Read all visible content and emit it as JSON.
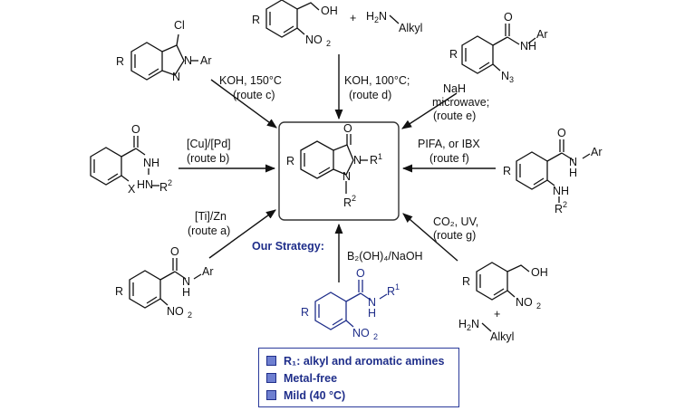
{
  "routes": {
    "a": {
      "reagent": "[Ti]/Zn",
      "label": "(route a)"
    },
    "b": {
      "reagent": "[Cu]/[Pd]",
      "label": "(route b)"
    },
    "c": {
      "reagent": "KOH, 150°C",
      "label": "(route c)"
    },
    "d": {
      "reagent": "KOH, 100°C;",
      "label": "(route d)"
    },
    "e": {
      "reagent1": "NaH",
      "reagent2": "microwave;",
      "label": "(route e)"
    },
    "f": {
      "reagent": "PIFA, or IBX",
      "label": "(route f)"
    },
    "g": {
      "reagent": "CO₂, UV,",
      "label": "(route g)"
    }
  },
  "strategy": {
    "title": "Our Strategy:",
    "reagent": "B₂(OH)₄/NaOH"
  },
  "features": [
    "R₁: alkyl and aromatic amines",
    "Metal-free",
    "Mild (40 °C)"
  ],
  "atoms": {
    "R": "R",
    "O": "O",
    "N": "N",
    "NH": "NH",
    "H": "H",
    "OH": "OH",
    "Cl": "Cl",
    "Ar": "Ar",
    "Alkyl": "Alkyl",
    "X": "X",
    "plus": "+",
    "NO2": "NO",
    "N3": "N",
    "R1": "R",
    "R2": "R"
  },
  "colors": {
    "accent": "#1f2e8a",
    "checkbox": "#6e7fd0"
  }
}
